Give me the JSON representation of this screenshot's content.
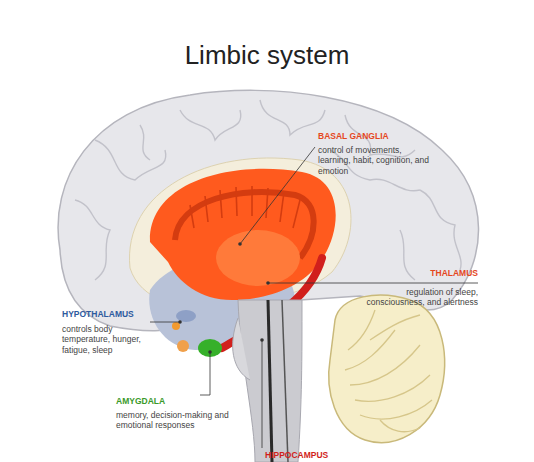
{
  "diagram": {
    "title": "Limbic system",
    "labels": [
      "BASAL GANGLIA",
      "control of movements, learning, habit, cognition, and emotion",
      "THALAMUS",
      "regulation of sleep, consciousness, and alertness",
      "HYPOTHALAMUS",
      "controls body temperature, hunger, fatigue, sleep",
      "AMYGDALA",
      "memory, decision-making and emotional responses",
      "HIPPOCAMPUS"
    ]
  }
}
